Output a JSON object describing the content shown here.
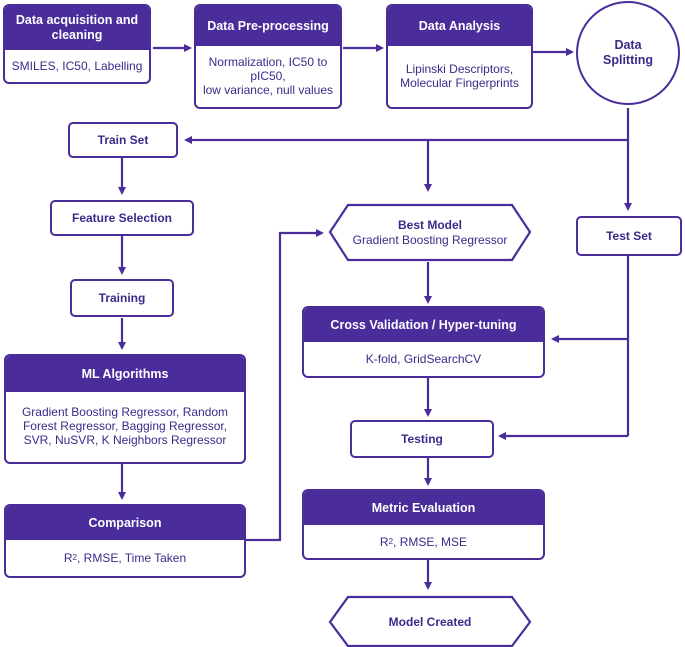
{
  "diagram": {
    "acquisition": {
      "title": "Data acquisition and cleaning",
      "detail": "SMILES, IC50, Labelling"
    },
    "preprocessing": {
      "title": "Data Pre-processing",
      "detail_l1": "Normalization, IC50 to",
      "detail_l2": "pIC50,",
      "detail_l3": "low variance, null values"
    },
    "analysis": {
      "title": "Data Analysis",
      "detail_l1": "Lipinski Descriptors,",
      "detail_l2": "Molecular Fingerprints"
    },
    "splitting": {
      "title_l1": "Data",
      "title_l2": "Splitting"
    },
    "train_set": "Train Set",
    "test_set": "Test Set",
    "feature_selection": "Feature Selection",
    "training": "Training",
    "ml_algorithms": {
      "title": "ML Algorithms",
      "detail_l1": "Gradient Boosting Regressor, Random",
      "detail_l2": "Forest Regressor, Bagging Regressor,",
      "detail_l3": "SVR, NuSVR, K Neighbors Regressor"
    },
    "comparison": {
      "title": "Comparison",
      "detail_r": "R",
      "detail_sup": "2",
      "detail_rest": ", RMSE, Time Taken"
    },
    "best_model": {
      "title": "Best Model",
      "detail": "Gradient Boosting Regressor"
    },
    "cross_validation": {
      "title": "Cross Validation / Hyper-tuning",
      "detail": "K-fold, GridSearchCV"
    },
    "testing": "Testing",
    "metric_evaluation": {
      "title": "Metric Evaluation",
      "detail_r": "R",
      "detail_sup": "2",
      "detail_rest": ", RMSE, MSE"
    },
    "model_created": "Model Created"
  }
}
